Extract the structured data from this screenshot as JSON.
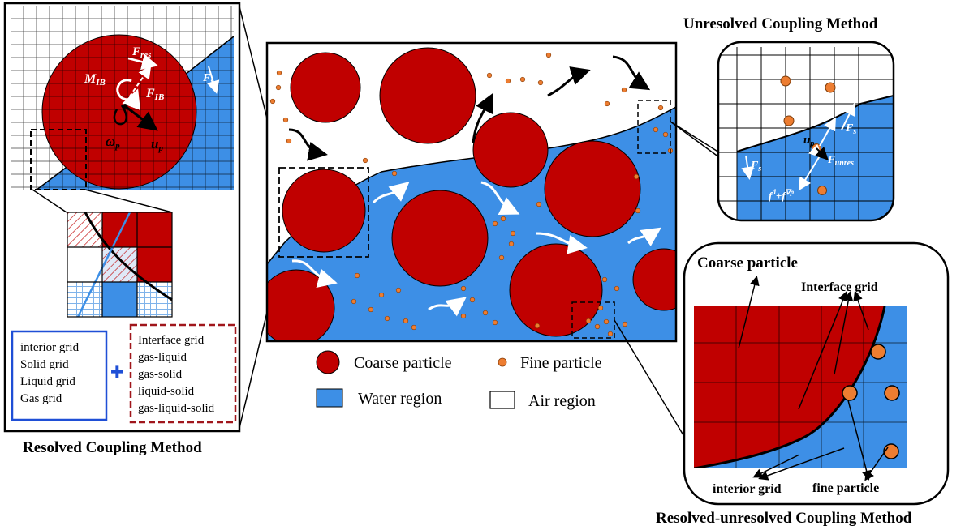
{
  "titles": {
    "resolved": "Resolved Coupling Method",
    "unresolved": "Unresolved Coupling Method",
    "resolved_unresolved": "Resolved-unresolved Coupling Method"
  },
  "resolved_panel": {
    "symbols": {
      "f_res": "F",
      "f_res_sub": "res",
      "m_ib": "M",
      "m_ib_sub": "IB",
      "f_ib": "F",
      "f_ib_sub": "IB",
      "f_s": "F",
      "f_s_sub": "s",
      "omega_p": "ω",
      "omega_p_sub": "p",
      "u_p": "u",
      "u_p_sub": "p"
    },
    "grid_types": {
      "items": [
        "interior grid",
        "Solid grid",
        "Liquid grid",
        "Gas grid"
      ]
    },
    "plus": "✚",
    "interface_grid": {
      "title": "Interface grid",
      "items": [
        "gas-liquid",
        "gas-solid",
        "liquid-solid",
        "gas-liquid-solid"
      ]
    }
  },
  "unresolved_panel": {
    "symbols": {
      "f_s_left": "F",
      "f_s_left_sub": "s",
      "f_s_right": "F",
      "f_s_right_sub": "s",
      "u_p": "u",
      "u_p_sub": "p",
      "f_unres": "F",
      "f_unres_sub": "unres",
      "force_expr": "f",
      "force_expr_sup": "d",
      "force_expr_tail": "+f",
      "force_expr_sup2": "∇p"
    }
  },
  "detail_panel": {
    "labels": {
      "coarse_particle": "Coarse particle",
      "interface_grid": "Interface grid",
      "interior_grid": "interior grid",
      "fine_particle": "fine particle"
    }
  },
  "legend": {
    "coarse_particle": "Coarse particle",
    "fine_particle": "Fine particle",
    "water_region": "Water region",
    "air_region": "Air region"
  },
  "colors": {
    "coarse": "#c00000",
    "water": "#3d8fe6",
    "fine": "#ed7d31",
    "box_blue": "#1f4fd6",
    "box_red": "#a0161b"
  }
}
